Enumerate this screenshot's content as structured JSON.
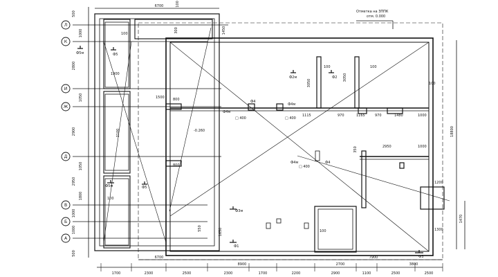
{
  "note": {
    "line1": "Отметка на ЗППК",
    "line2": "отм. 0.000"
  },
  "grid_rows": [
    "Л",
    "К",
    "И",
    "Ж",
    "Д",
    "В",
    "Б",
    "А"
  ],
  "left_dims": [
    "500",
    "1000",
    "2800",
    "1050",
    "2900",
    "1050",
    "2950",
    "1800",
    "1000",
    "1000",
    "500"
  ],
  "bottom_dims": [
    "1700",
    "2300",
    "2500",
    "2300",
    "1700",
    "2200",
    "2900",
    "1100",
    "2500",
    "2500"
  ],
  "bottom_total": "8900",
  "top_dims": {
    "width": "6700",
    "d1": "100",
    "d2": "1450"
  },
  "rooms": {
    "level": "-0.260"
  },
  "labels": {
    "phi5m": "Ф5м",
    "phi5": "Ф5",
    "phi4m": "Ф4м",
    "phi4": "Ф4",
    "phi2m": "Ф2м",
    "phi2": "Ф2",
    "phi3m": "Ф3м",
    "phi3": "Ф3",
    "phi1": "Ф1",
    "sq400a": "□ 400",
    "sq400b": "□ 400",
    "sq400c": "□ 400",
    "d100": "100",
    "d1500": "1500",
    "d1900": "1900",
    "d800": "800",
    "d300": "300",
    "d3100": "3100",
    "d1115": "1115",
    "d970": "970",
    "d1165": "1165",
    "d1480": "1480",
    "d1000": "1000",
    "d2950": "2950",
    "d1200": "1200",
    "d1300": "1300",
    "d6700b": "6700",
    "d7900": "7900",
    "d3800": "3800",
    "d2700": "2700",
    "d350": "350",
    "d3050": "3050",
    "d1800r": "18800",
    "d1470": "1470",
    "d550": "550",
    "d1650": "1650"
  }
}
